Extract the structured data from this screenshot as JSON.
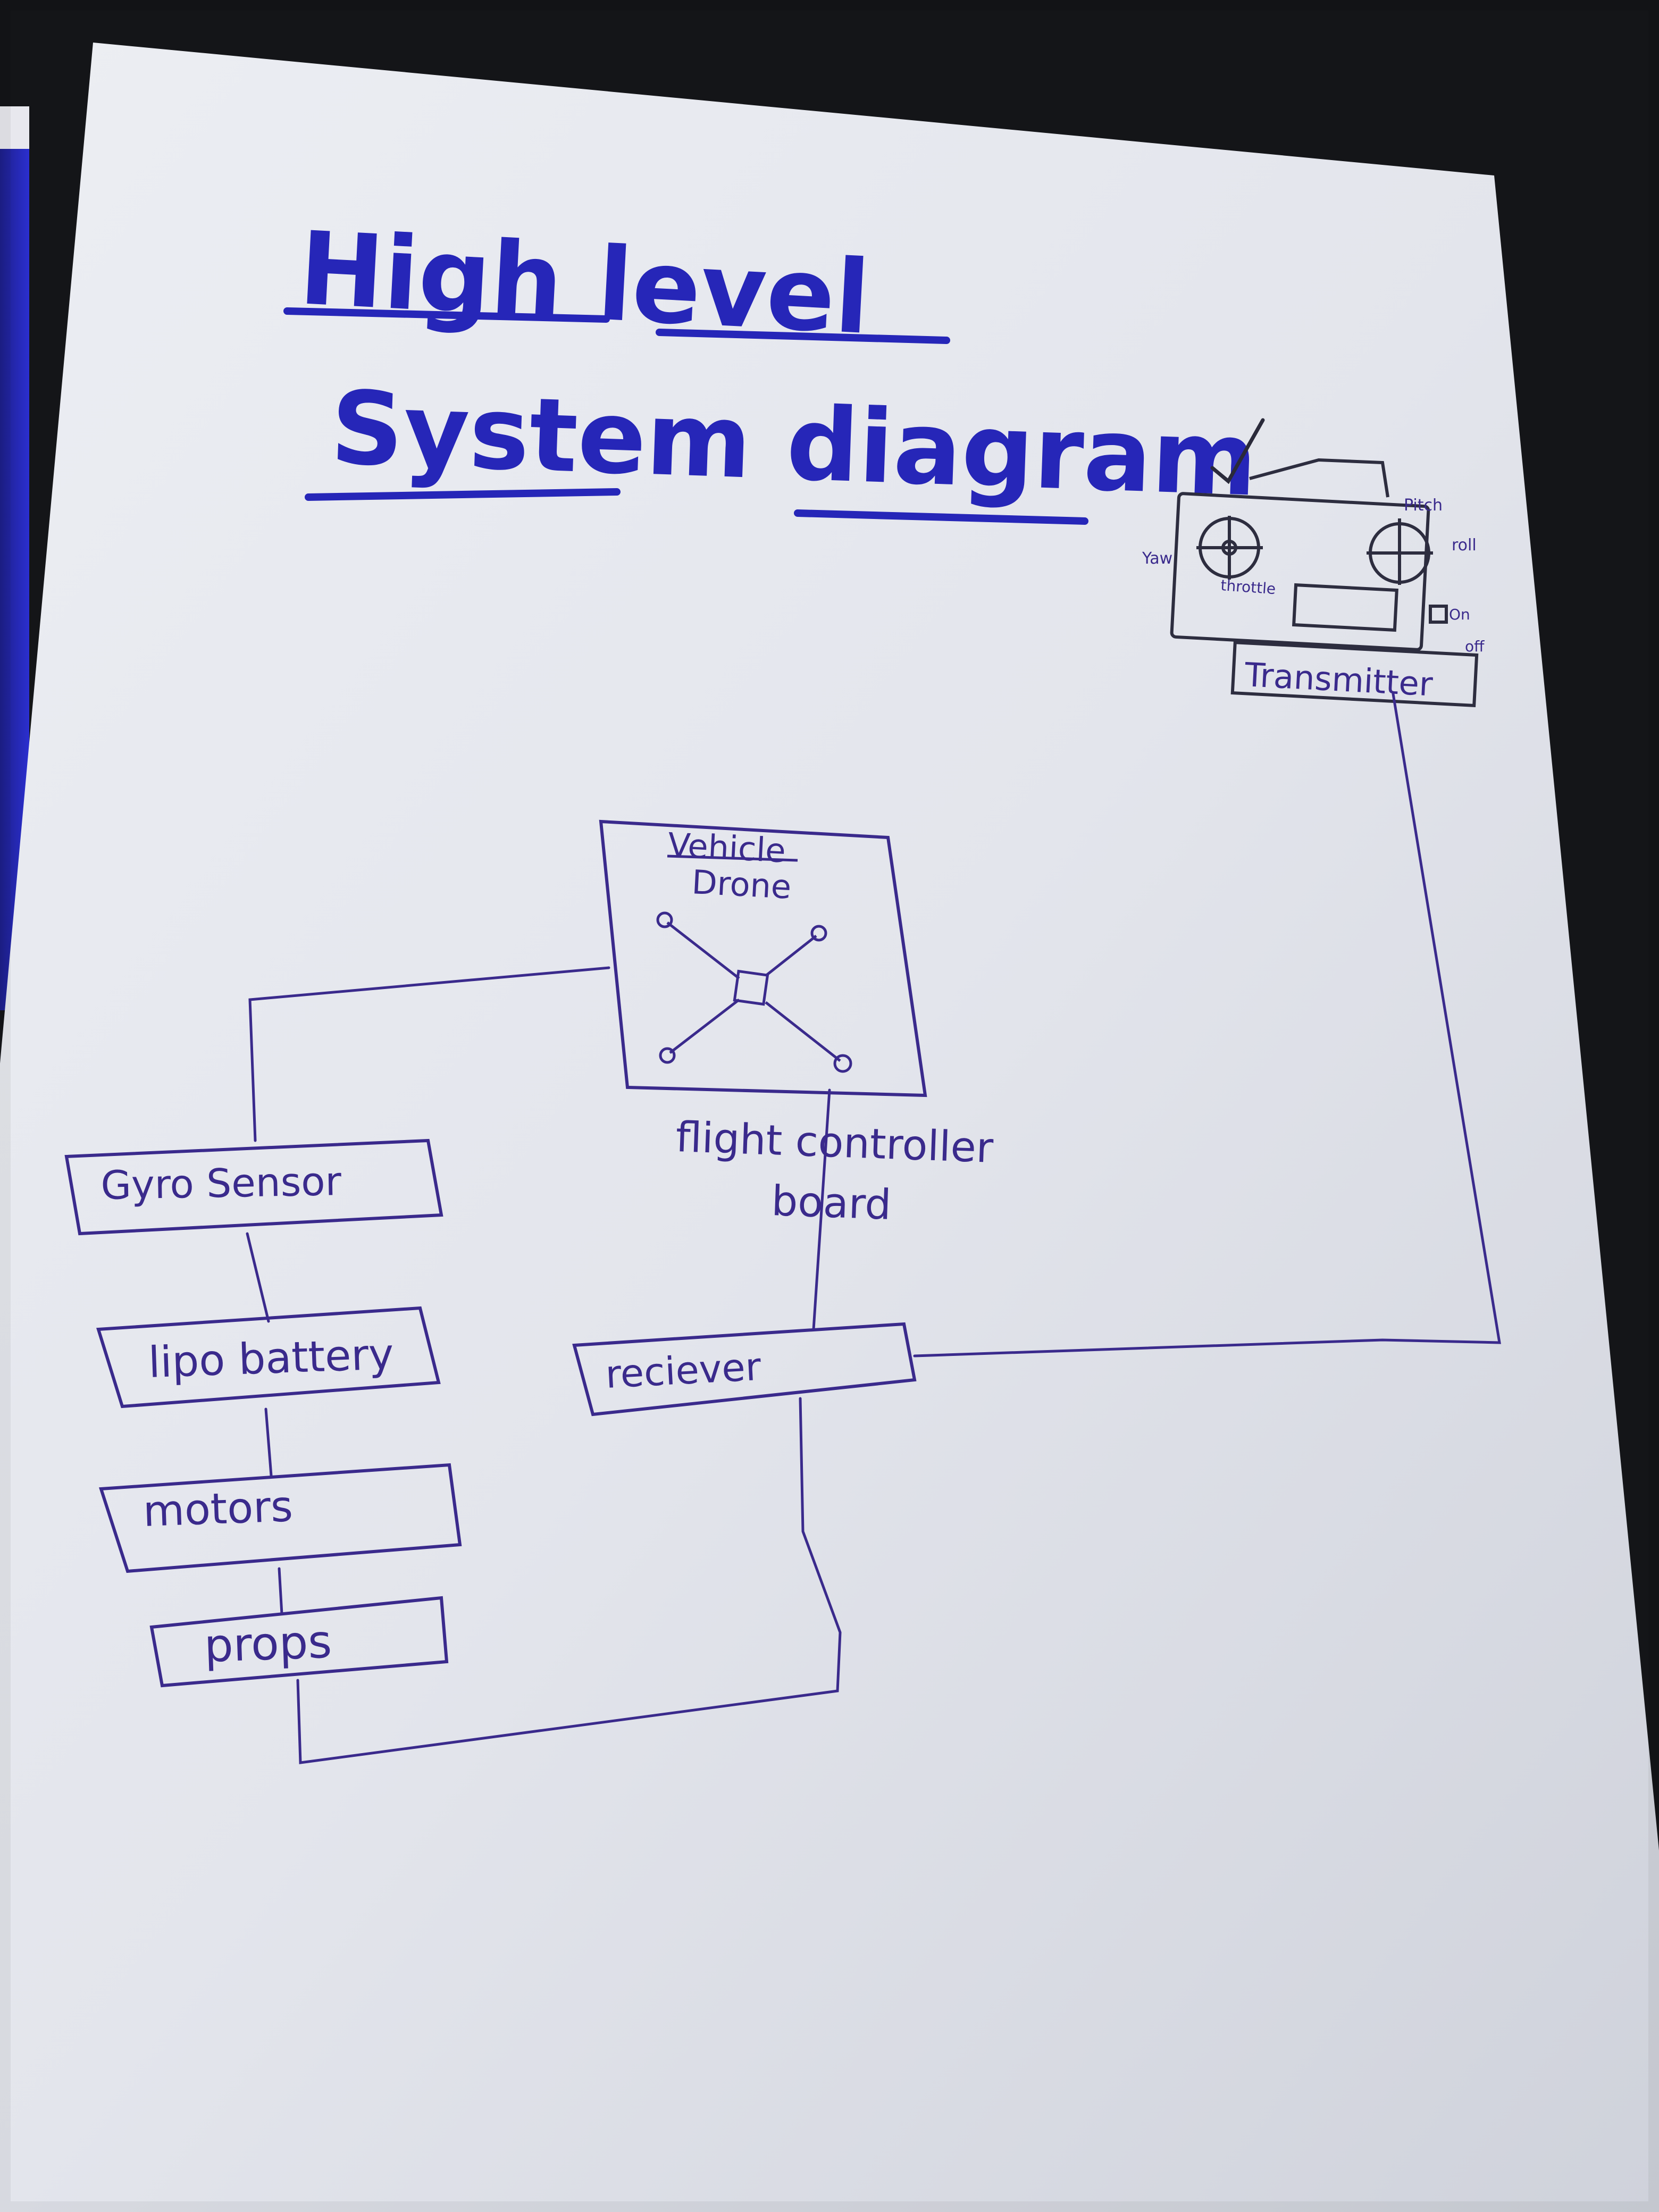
{
  "diagram": {
    "title_line1": "High level",
    "title_line2": "System diagram",
    "nodes": {
      "vehicle_label": "Vehicle",
      "drone_label": "Drone",
      "flight_controller_label_1": "flight controller",
      "flight_controller_label_2": "board",
      "gyro_sensor": "Gyro Sensor",
      "lipo_battery": "lipo battery",
      "motors": "motors",
      "props": "props",
      "receiver": "reciever",
      "transmitter": "Transmitter"
    },
    "transmitter_labels": {
      "pitch": "Pitch",
      "roll": "roll",
      "yaw": "Yaw",
      "throttle": "throttle",
      "on": "On",
      "off": "off"
    }
  },
  "colors": {
    "paper": "#e3e5ec",
    "ink_pen": "#3a2a8c",
    "title_marker": "#2626b8"
  },
  "icon_names": [
    "quadcopter-icon",
    "joystick-icon",
    "switch-icon",
    "checkmark-icon",
    "antenna-icon"
  ]
}
